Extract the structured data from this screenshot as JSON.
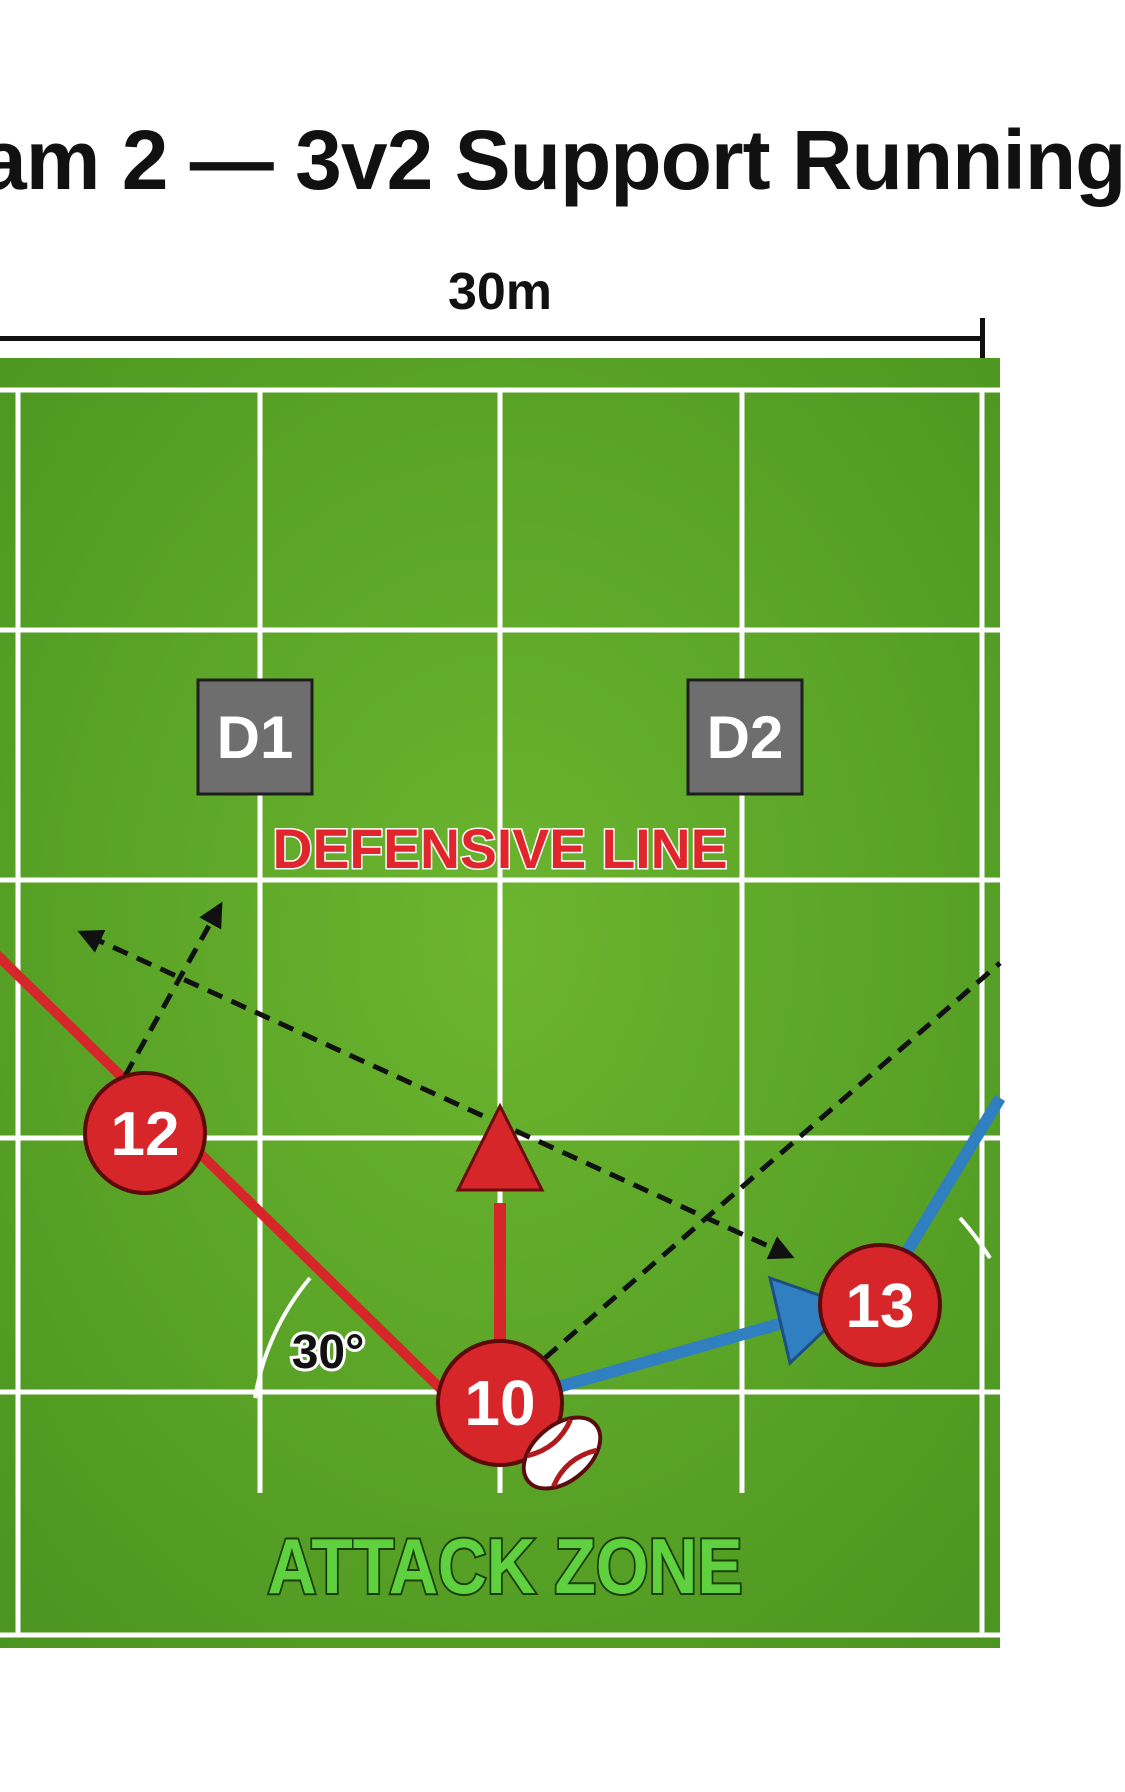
{
  "title": "am 2 — 3v2 Support Running",
  "measure": {
    "label": "30m"
  },
  "colors": {
    "grass_light": "#6bb22e",
    "grass_dark": "#4f9a1f",
    "lines": "#ffffff",
    "attacker": "#d7262a",
    "defender": "#6e6e6e",
    "support_arrow": "#2f7fc1",
    "defensive_text": "#e0262c",
    "attack_text": "#5fd13f"
  },
  "defenders": [
    {
      "label": "D1"
    },
    {
      "label": "D2"
    }
  ],
  "defensive_line_label": "DEFENSIVE LINE",
  "attack_zone_label": "ATTACK ZONE",
  "angle_label": "30°",
  "players": [
    {
      "number": "12"
    },
    {
      "number": "10"
    },
    {
      "number": "13"
    }
  ],
  "icons": {
    "ball": "rugby-ball-icon"
  }
}
